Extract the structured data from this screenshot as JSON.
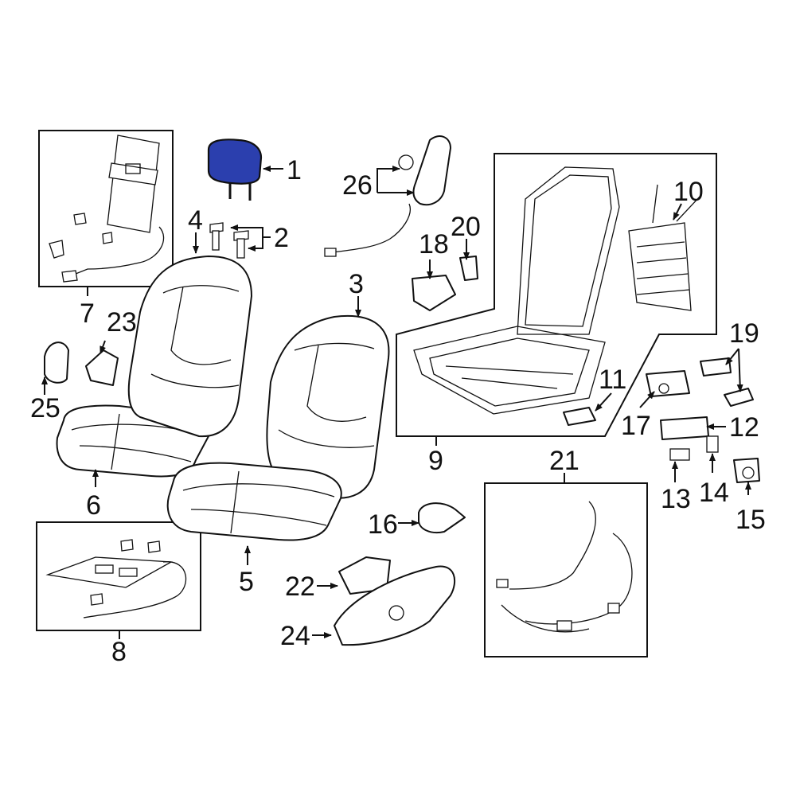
{
  "diagram": {
    "highlight_color": "#2b3fae",
    "line_color": "#111111",
    "callouts": [
      {
        "id": "c1",
        "label": "1"
      },
      {
        "id": "c2",
        "label": "2"
      },
      {
        "id": "c3",
        "label": "3"
      },
      {
        "id": "c4",
        "label": "4"
      },
      {
        "id": "c5",
        "label": "5"
      },
      {
        "id": "c6",
        "label": "6"
      },
      {
        "id": "c7",
        "label": "7"
      },
      {
        "id": "c8",
        "label": "8"
      },
      {
        "id": "c9",
        "label": "9"
      },
      {
        "id": "c10",
        "label": "10"
      },
      {
        "id": "c11",
        "label": "11"
      },
      {
        "id": "c12",
        "label": "12"
      },
      {
        "id": "c13",
        "label": "13"
      },
      {
        "id": "c14",
        "label": "14"
      },
      {
        "id": "c15",
        "label": "15"
      },
      {
        "id": "c16",
        "label": "16"
      },
      {
        "id": "c17",
        "label": "17"
      },
      {
        "id": "c18",
        "label": "18"
      },
      {
        "id": "c19",
        "label": "19"
      },
      {
        "id": "c20",
        "label": "20"
      },
      {
        "id": "c21",
        "label": "21"
      },
      {
        "id": "c22",
        "label": "22"
      },
      {
        "id": "c23",
        "label": "23"
      },
      {
        "id": "c24",
        "label": "24"
      },
      {
        "id": "c25",
        "label": "25"
      },
      {
        "id": "c26",
        "label": "26"
      }
    ]
  }
}
